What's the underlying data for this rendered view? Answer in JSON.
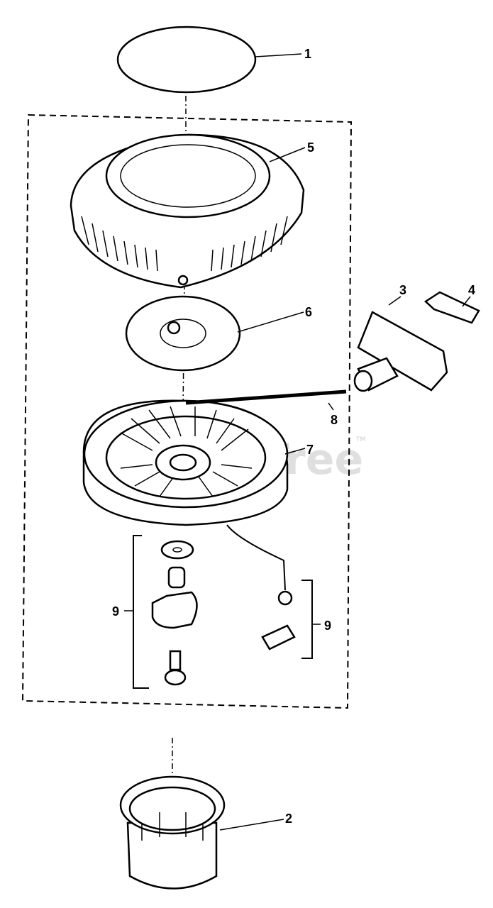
{
  "watermark": {
    "text": "PartsTree",
    "trademark": "TM"
  },
  "callouts": [
    {
      "id": "c1",
      "number": "1"
    },
    {
      "id": "c2",
      "number": "2"
    },
    {
      "id": "c3",
      "number": "3"
    },
    {
      "id": "c4",
      "number": "4"
    },
    {
      "id": "c5",
      "number": "5"
    },
    {
      "id": "c6",
      "number": "6"
    },
    {
      "id": "c7",
      "number": "7"
    },
    {
      "id": "c8",
      "number": "8"
    },
    {
      "id": "c9a",
      "number": "9"
    },
    {
      "id": "c9b",
      "number": "9"
    }
  ],
  "colors": {
    "line": "#000000",
    "background": "#ffffff",
    "watermark": "#d8d8d8"
  }
}
